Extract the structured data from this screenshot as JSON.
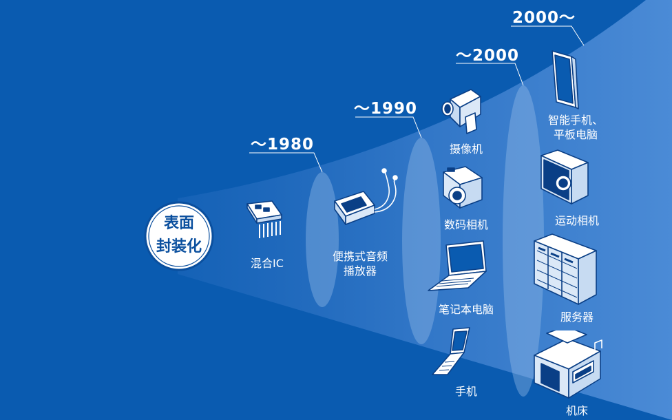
{
  "center": {
    "line1": "表面",
    "line2": "封装化"
  },
  "eras": [
    {
      "label": "～1980"
    },
    {
      "label": "～1990"
    },
    {
      "label": "～2000"
    },
    {
      "label": "2000～"
    }
  ],
  "devices": {
    "hybrid_ic": "混合IC",
    "portable_player": [
      "便携式音频",
      "播放器"
    ],
    "camcorder": "摄像机",
    "digital_camera": "数码相机",
    "laptop": "笔记本电脑",
    "flip_phone": "手机",
    "smartphone": [
      "智能手机、",
      "平板电脑"
    ],
    "action_camera": "运动相机",
    "server": "服务器",
    "machine_tool": "机床"
  },
  "colors": {
    "background": "#0a5bb0",
    "cone": "#3f7fcc",
    "ellipse": "#8fb6e6",
    "center_circle": "#ffffff",
    "center_ring": "#0a4f9e",
    "text": "#ffffff"
  }
}
